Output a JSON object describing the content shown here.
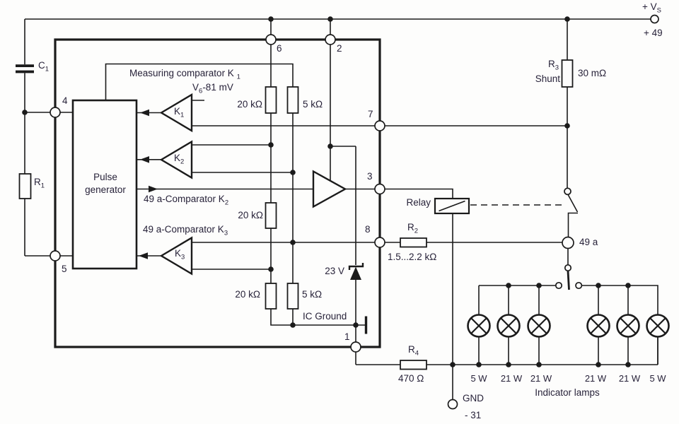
{
  "colors": {
    "line": "#1b1b1b",
    "text": "#272239",
    "background": "#fdfdfc"
  },
  "supply": {
    "vs_base": "+ V",
    "vs_sub": "S",
    "terminal_49": "+ 49"
  },
  "external": {
    "c1": {
      "base": "C",
      "sub": "1"
    },
    "r1": {
      "base": "R",
      "sub": "1"
    },
    "r2": {
      "base": "R",
      "sub": "2",
      "value": "1.5...2.2 kΩ"
    },
    "r3": {
      "base": "R",
      "sub": "3",
      "name": "Shunt",
      "value": "30 mΩ"
    },
    "r4": {
      "base": "R",
      "sub": "4",
      "value": "470 Ω"
    },
    "relay_label": "Relay",
    "terminal_49a": "49 a",
    "gnd": {
      "line1": "GND",
      "line2": "- 31"
    }
  },
  "ic": {
    "pulse_generator": {
      "line1": "Pulse",
      "line2": "generator"
    },
    "measuring_comparator": {
      "text": "Measuring comparator K",
      "sub": "1"
    },
    "vref": {
      "base": "V",
      "sub": "6",
      "rest": "-81 mV"
    },
    "k1": {
      "base": "K",
      "sub": "1"
    },
    "k2": {
      "base": "K",
      "sub": "2"
    },
    "k3": {
      "base": "K",
      "sub": "3"
    },
    "line_k2": {
      "text": "49 a-Comparator K",
      "sub": "2"
    },
    "line_k3": {
      "text": "49 a-Comparator K",
      "sub": "3"
    },
    "r20k_top": "20 kΩ",
    "r5k_top": "5 kΩ",
    "r20k_mid": "20 kΩ",
    "r20k_bot": "20 kΩ",
    "r5k_bot": "5 kΩ",
    "zener_value": "23 V",
    "ground": "IC Ground",
    "pins": {
      "p1": "1",
      "p2": "2",
      "p3": "3",
      "p4": "4",
      "p5": "5",
      "p6": "6",
      "p7": "7",
      "p8": "8"
    }
  },
  "lamps": {
    "wattages": [
      "5 W",
      "21 W",
      "21 W",
      "21 W",
      "21 W",
      "5 W"
    ],
    "caption": "Indicator lamps"
  }
}
